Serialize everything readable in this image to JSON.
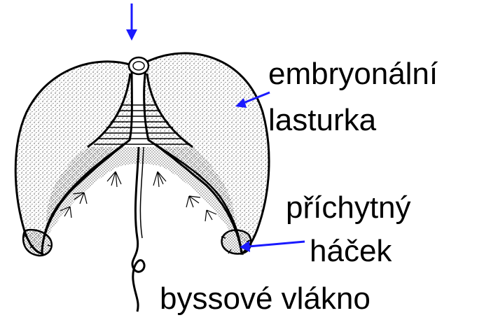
{
  "labels": {
    "embryonic_shell_line1": "embryonální",
    "embryonic_shell_line2": "lasturka",
    "attachment_hook_line1": "příchytný",
    "attachment_hook_line2": "háček",
    "byssal_thread": "byssové vlákno"
  },
  "colors": {
    "arrow": "#1a1aff",
    "ink": "#000000",
    "background": "#ffffff"
  }
}
